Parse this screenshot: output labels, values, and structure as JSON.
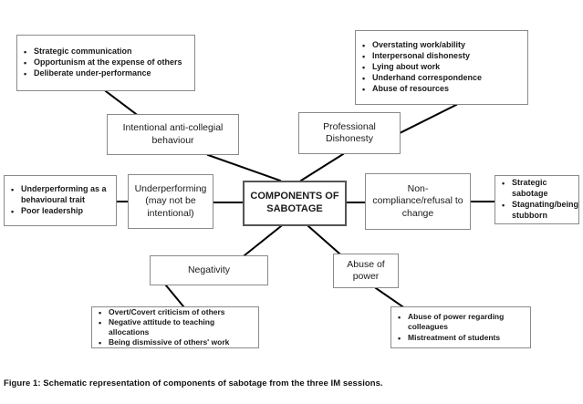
{
  "figure": {
    "caption": "Figure 1: Schematic representation of components of sabotage from the three IM sessions.",
    "background": "#ffffff",
    "box_border_color": "#8a8a8a",
    "center_border_color": "#555555",
    "line_color": "#000000"
  },
  "nodes": {
    "strategic_communication": {
      "items": [
        "Strategic communication",
        "Opportunism at the expense of others",
        "Deliberate under-performance"
      ]
    },
    "overstating": {
      "items": [
        "Overstating work/ability",
        "Interpersonal dishonesty",
        "Lying about work",
        "Underhand correspondence",
        "Abuse of resources"
      ]
    },
    "intentional_anticollegial": {
      "label": "Intentional anti-collegial behaviour"
    },
    "professional_dishonesty": {
      "label": "Professional Dishonesty"
    },
    "underperforming_trait": {
      "items": [
        "Underperforming as a behavioural trait",
        "Poor leadership"
      ]
    },
    "underperforming": {
      "label": "Underperforming (may not be intentional)"
    },
    "components_of_sabotage": {
      "label": "COMPONENTS OF SABOTAGE"
    },
    "non_compliance": {
      "label": "Non-compliance/refusal to change"
    },
    "strategic_sabotage": {
      "items": [
        "Strategic sabotage",
        "Stagnating/being stubborn"
      ]
    },
    "negativity": {
      "label": "Negativity"
    },
    "abuse_of_power": {
      "label": "Abuse of power"
    },
    "overt_covert": {
      "items": [
        "Overt/Covert criticism of others",
        "Negative attitude to teaching allocations",
        "Being dismissive of others' work"
      ]
    },
    "abuse_power_regarding": {
      "items": [
        "Abuse of power regarding colleagues",
        "Mistreatment of students"
      ]
    }
  },
  "connectors": [
    {
      "from": "strategic_communication",
      "to": "intentional_anticollegial",
      "style": "diagonal"
    },
    {
      "from": "overstating",
      "to": "professional_dishonesty",
      "style": "diagonal"
    },
    {
      "from": "intentional_anticollegial",
      "to": "components_of_sabotage",
      "style": "diagonal"
    },
    {
      "from": "professional_dishonesty",
      "to": "components_of_sabotage",
      "style": "diagonal"
    },
    {
      "from": "underperforming_trait",
      "to": "underperforming",
      "style": "horizontal"
    },
    {
      "from": "underperforming",
      "to": "components_of_sabotage",
      "style": "horizontal"
    },
    {
      "from": "components_of_sabotage",
      "to": "non_compliance",
      "style": "horizontal"
    },
    {
      "from": "non_compliance",
      "to": "strategic_sabotage",
      "style": "horizontal"
    },
    {
      "from": "components_of_sabotage",
      "to": "negativity",
      "style": "diagonal"
    },
    {
      "from": "components_of_sabotage",
      "to": "abuse_of_power",
      "style": "diagonal"
    },
    {
      "from": "negativity",
      "to": "overt_covert",
      "style": "diagonal"
    },
    {
      "from": "abuse_of_power",
      "to": "abuse_power_regarding",
      "style": "diagonal"
    }
  ]
}
